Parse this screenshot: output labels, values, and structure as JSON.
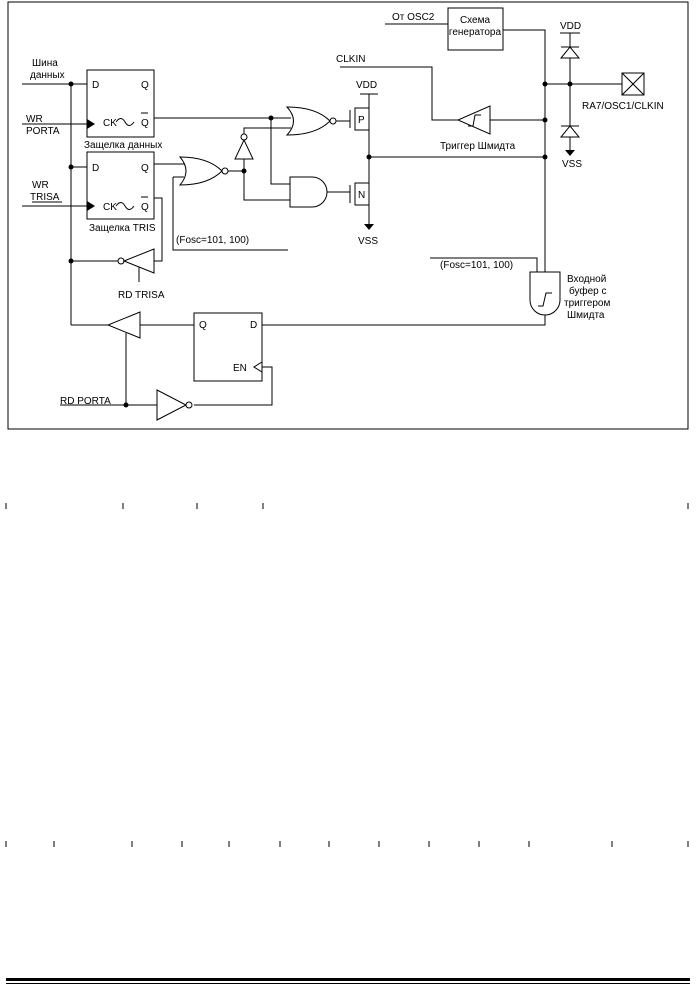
{
  "labels": {
    "osc2_from": "От OSC2",
    "osc_block_1": "Схема",
    "osc_block_2": "генератора",
    "vdd_right": "VDD",
    "vss_right": "VSS",
    "pin": "RA7/OSC1/CLKIN",
    "clkin": "CLKIN",
    "schmitt_trigger": "Триггер Шмидта",
    "vdd_mid": "VDD",
    "vss_mid": "VSS",
    "p_fet": "P",
    "n_fet": "N",
    "data_bus_1": "Шина",
    "data_bus_2": "данных",
    "wr_porta_1": "WR",
    "wr_porta_2": "PORTA",
    "wr_trisa_1": "WR",
    "wr_trisa_2": "TRISA",
    "d": "D",
    "q": "Q",
    "ck": "CK",
    "qbar": "Q",
    "data_latch": "Защелка данных",
    "tris_latch": "Защелка TRIS",
    "fosc_left": "(Fosc=101, 100)",
    "fosc_right": "(Fosc=101, 100)",
    "rd_trisa": "RD TRISA",
    "input_buffer_1": "Входной",
    "input_buffer_2": "буфер с",
    "input_buffer_3": "триггером",
    "input_buffer_4": "Шмидта",
    "en": "EN",
    "rd_porta": "RD PORTA"
  }
}
